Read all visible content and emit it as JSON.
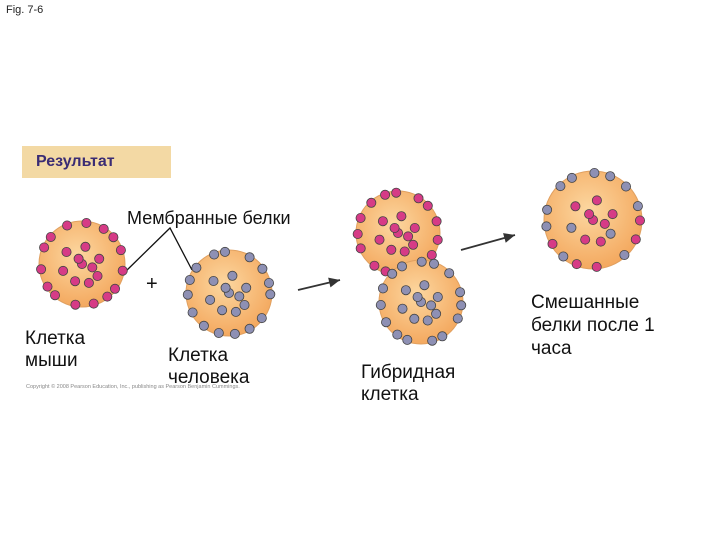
{
  "figure": {
    "label": "Fig. 7-6"
  },
  "result": {
    "title": "Результат",
    "box_color": "#f3d9a4",
    "title_color": "#3a2c74"
  },
  "labels": {
    "membrane_proteins": "Мембранные белки",
    "plus": "+",
    "mouse_cell": "Клетка\nмыши",
    "human_cell": "Клетка\nчеловека",
    "hybrid_cell": "Гибридная\nклетка",
    "mixed_proteins": "Смешанные\nбелки после 1\nчаса"
  },
  "copyright": "Copyright © 2008 Pearson Education, Inc., publishing as Pearson Benjamin Cummings.",
  "colors": {
    "cell_fill": "#f7b46b",
    "cell_stroke": "#e0a060",
    "mouse_protein": "#d63b86",
    "human_protein": "#8e90b4",
    "arrow": "#333333"
  }
}
